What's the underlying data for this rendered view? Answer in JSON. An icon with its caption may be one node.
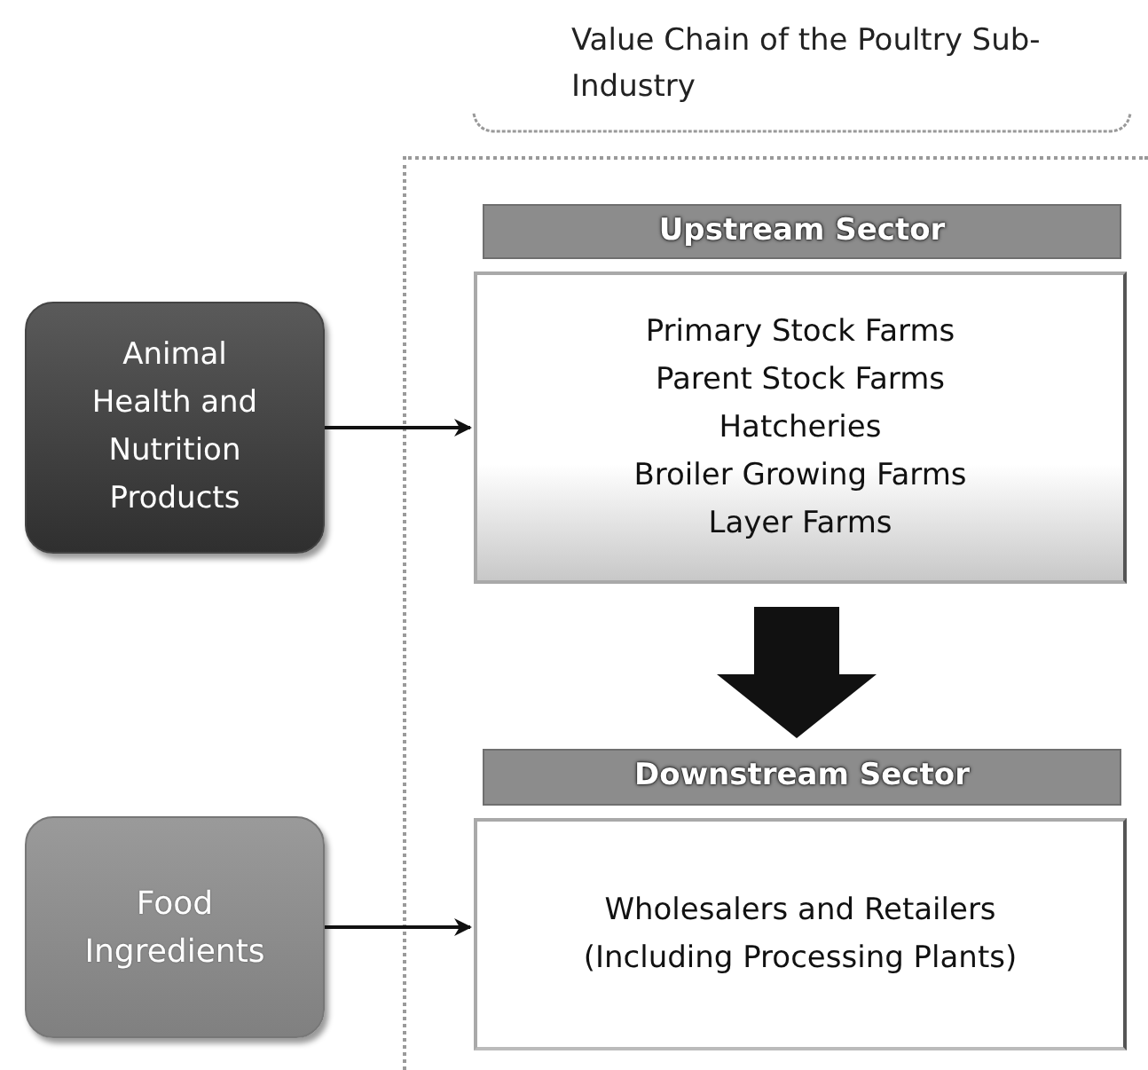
{
  "diagram": {
    "nodes": [
      {
        "text": [
          "Value Chain of the Poultry Sub-Industry"
        ]
      },
      {
        "text": [
          "Upstream Sector"
        ],
        "in": 0
      },
      {
        "text": [
          "Primary Stock Farms",
          "Parent Stock Farms",
          "Hatcheries",
          "Broiler Growing Farms",
          "Layer Farms"
        ],
        "in": 0
      },
      {
        "text": [
          "Downstream Sector"
        ],
        "in": 0
      },
      {
        "text": [
          "Wholesalers and Retailers (Including Processing Plants)"
        ],
        "in": 0
      },
      {
        "text": [
          "Animal Health and Nutrition Products"
        ]
      },
      {
        "text": [
          "Food Ingredients"
        ]
      }
    ],
    "edges": [
      {
        "from": 5,
        "to": 2,
        "arrow": "to"
      },
      {
        "from": 2,
        "to": 3,
        "arrow": "to",
        "style": "thick"
      },
      {
        "from": 6,
        "to": 4,
        "arrow": "to"
      }
    ]
  }
}
